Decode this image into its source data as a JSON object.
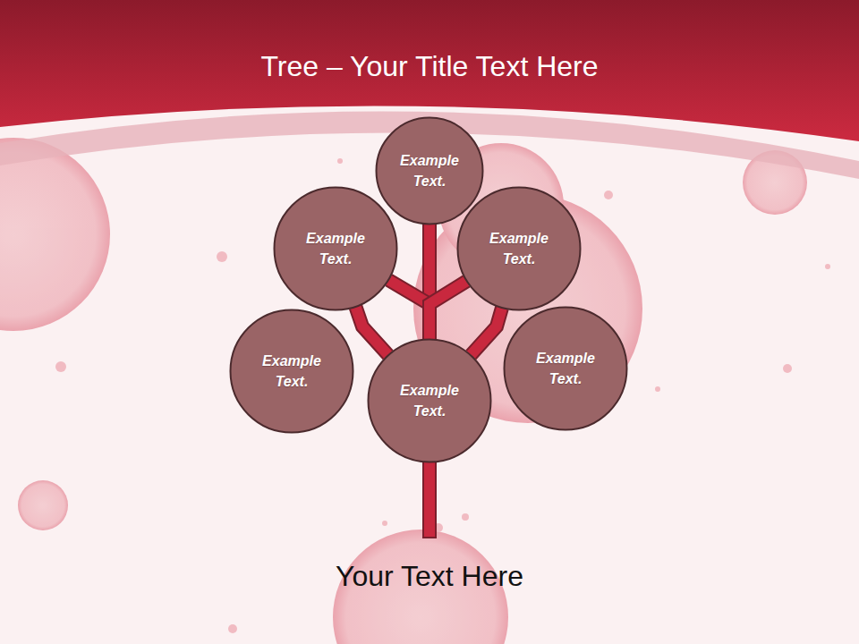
{
  "diagram": {
    "title": "Tree – Your Title Text Here",
    "caption": "Your Text Here",
    "nodes": [
      {
        "text": [
          "Example Text."
        ]
      },
      {
        "text": [
          "Example Text."
        ]
      },
      {
        "text": [
          "Example Text."
        ]
      },
      {
        "text": [
          "Example Text."
        ]
      },
      {
        "text": [
          "Example Text."
        ]
      },
      {
        "text": [
          "Example Text."
        ]
      }
    ],
    "edges": [
      {
        "from": 4,
        "to": 0,
        "arrow": "none"
      },
      {
        "from": 4,
        "to": 1,
        "arrow": "none"
      },
      {
        "from": 4,
        "to": 2,
        "arrow": "none"
      },
      {
        "from": 4,
        "to": 1,
        "arrow": "none"
      },
      {
        "from": 4,
        "to": 2,
        "arrow": "none"
      }
    ]
  }
}
